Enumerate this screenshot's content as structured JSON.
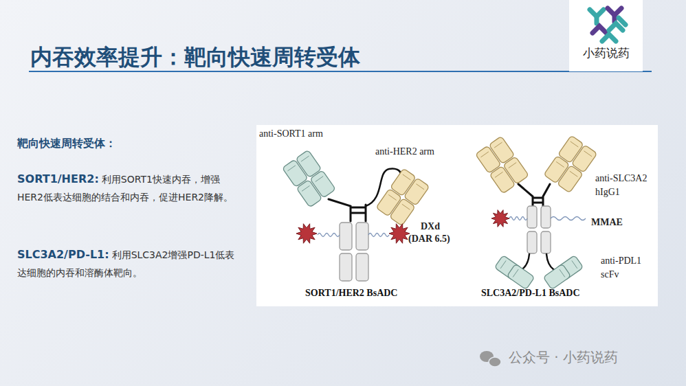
{
  "diagram": {
    "title": "内吞效率提升：靶向快速周转受体",
    "nodes": [
      {
        "text": [
          "小药说药"
        ]
      }
    ],
    "labels": [
      "靶向快速周转受体：",
      "SORT1/HER2:",
      "利用SORT1快速内吞，增强HER2低表达细胞的结合和内吞，促进HER2降解。",
      "SLC3A2/PD-L1:",
      "利用SLC3A2增强PD-L1低表达细胞的内吞和溶酶体靶向。",
      "anti-SORT1 arm",
      "anti-HER2 arm",
      "DXd",
      "(DAR 6.5)",
      "SORT1/HER2 BsADC",
      "anti-SLC3A2",
      "hIgG1",
      "MMAE",
      "anti-PDL1",
      "scFv",
      "SLC3A2/PD-L1 BsADC",
      "公众号 · 小药说药"
    ]
  }
}
